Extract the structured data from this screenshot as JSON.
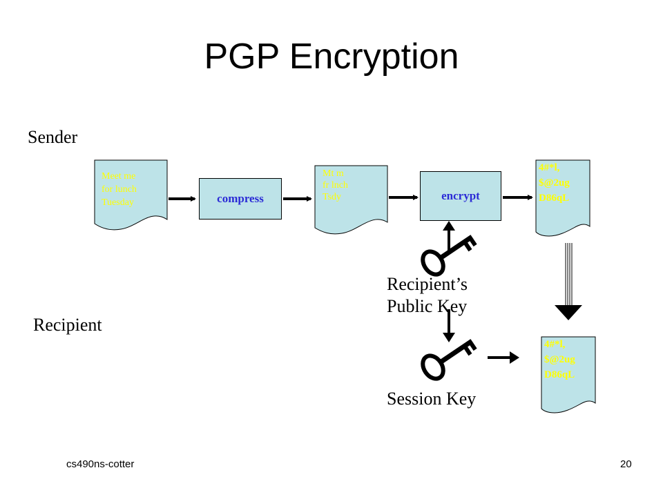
{
  "slide": {
    "title": "PGP Encryption",
    "footer_left": "cs490ns-cotter",
    "page_number": "20"
  },
  "labels": {
    "sender": "Sender",
    "recipient": "Recipient",
    "recipients_public_key_line1": "Recipient’s",
    "recipients_public_key_line2": "Public Key",
    "session_key": "Session Key"
  },
  "documents": {
    "plaintext": [
      "Meet me",
      "for lunch",
      "Tuesday"
    ],
    "compressed": [
      "Mt m",
      "fr lnch",
      "Tsdy"
    ],
    "ciphertext": [
      "4#*l,",
      "$@2ug",
      "D86qL"
    ],
    "received_ciphertext": [
      "4#*l,",
      "$@2ug",
      "D86qL"
    ]
  },
  "process_boxes": {
    "compress": "compress",
    "encrypt": "encrypt"
  },
  "colors": {
    "doc_fill": "#bde3e8",
    "doc_text": "#ffff00",
    "box_text": "#2b2bd6"
  }
}
